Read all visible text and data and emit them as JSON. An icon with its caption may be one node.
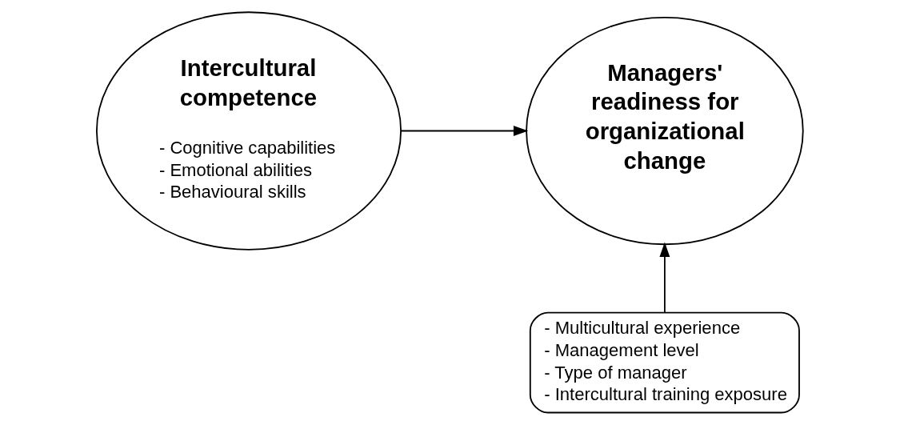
{
  "diagram": {
    "nodes": [
      {
        "text": [
          "Intercultural competence",
          "- Cognitive capabilities",
          "- Emotional abilities",
          "- Behavioural skills"
        ]
      },
      {
        "text": [
          "Managers' readiness for organizational change"
        ]
      },
      {
        "text": [
          "- Multicultural experience",
          "- Management level",
          "- Type of manager",
          "- Intercultural training exposure"
        ]
      }
    ],
    "edges": [
      {
        "from": 0,
        "to": 1,
        "arrow": "to"
      },
      {
        "from": 2,
        "to": 1,
        "arrow": "to"
      }
    ]
  }
}
